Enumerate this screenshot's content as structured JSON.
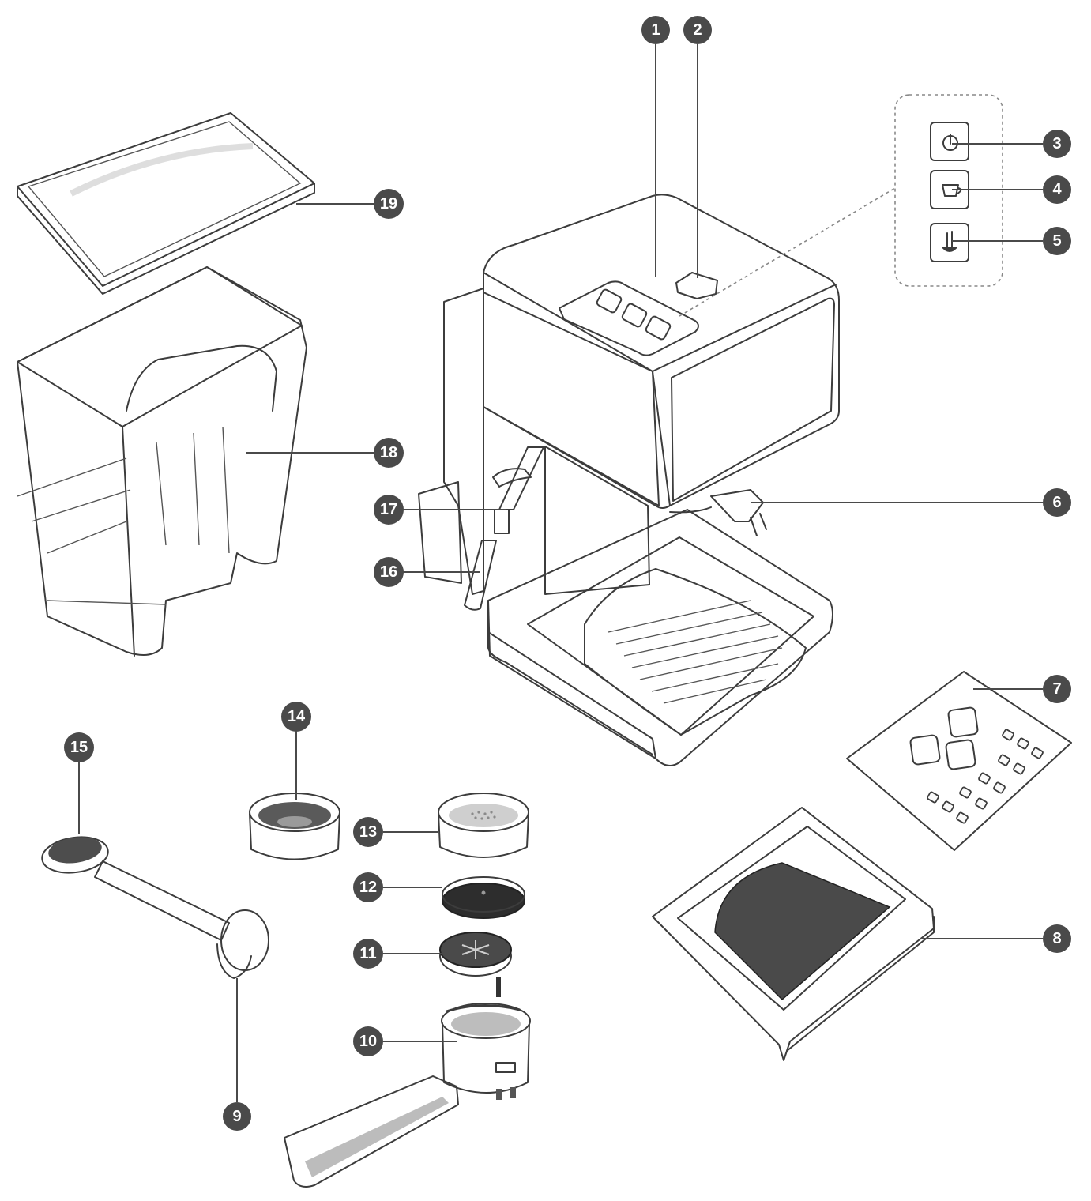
{
  "callouts": [
    {
      "id": "1",
      "label": "1"
    },
    {
      "id": "2",
      "label": "2"
    },
    {
      "id": "3",
      "label": "3"
    },
    {
      "id": "4",
      "label": "4"
    },
    {
      "id": "5",
      "label": "5"
    },
    {
      "id": "6",
      "label": "6"
    },
    {
      "id": "7",
      "label": "7"
    },
    {
      "id": "8",
      "label": "8"
    },
    {
      "id": "9",
      "label": "9"
    },
    {
      "id": "10",
      "label": "10"
    },
    {
      "id": "11",
      "label": "11"
    },
    {
      "id": "12",
      "label": "12"
    },
    {
      "id": "13",
      "label": "13"
    },
    {
      "id": "14",
      "label": "14"
    },
    {
      "id": "15",
      "label": "15"
    },
    {
      "id": "16",
      "label": "16"
    },
    {
      "id": "17",
      "label": "17"
    },
    {
      "id": "18",
      "label": "18"
    },
    {
      "id": "19",
      "label": "19"
    }
  ],
  "colors": {
    "outline": "#3c3c3c",
    "body_light": "#efefef",
    "body_mid": "#cfcfcf",
    "body_dark": "#5f5f5f",
    "badge": "#4a4a4a"
  },
  "icons": [
    "power-icon",
    "cup-icon",
    "steam-icon"
  ]
}
